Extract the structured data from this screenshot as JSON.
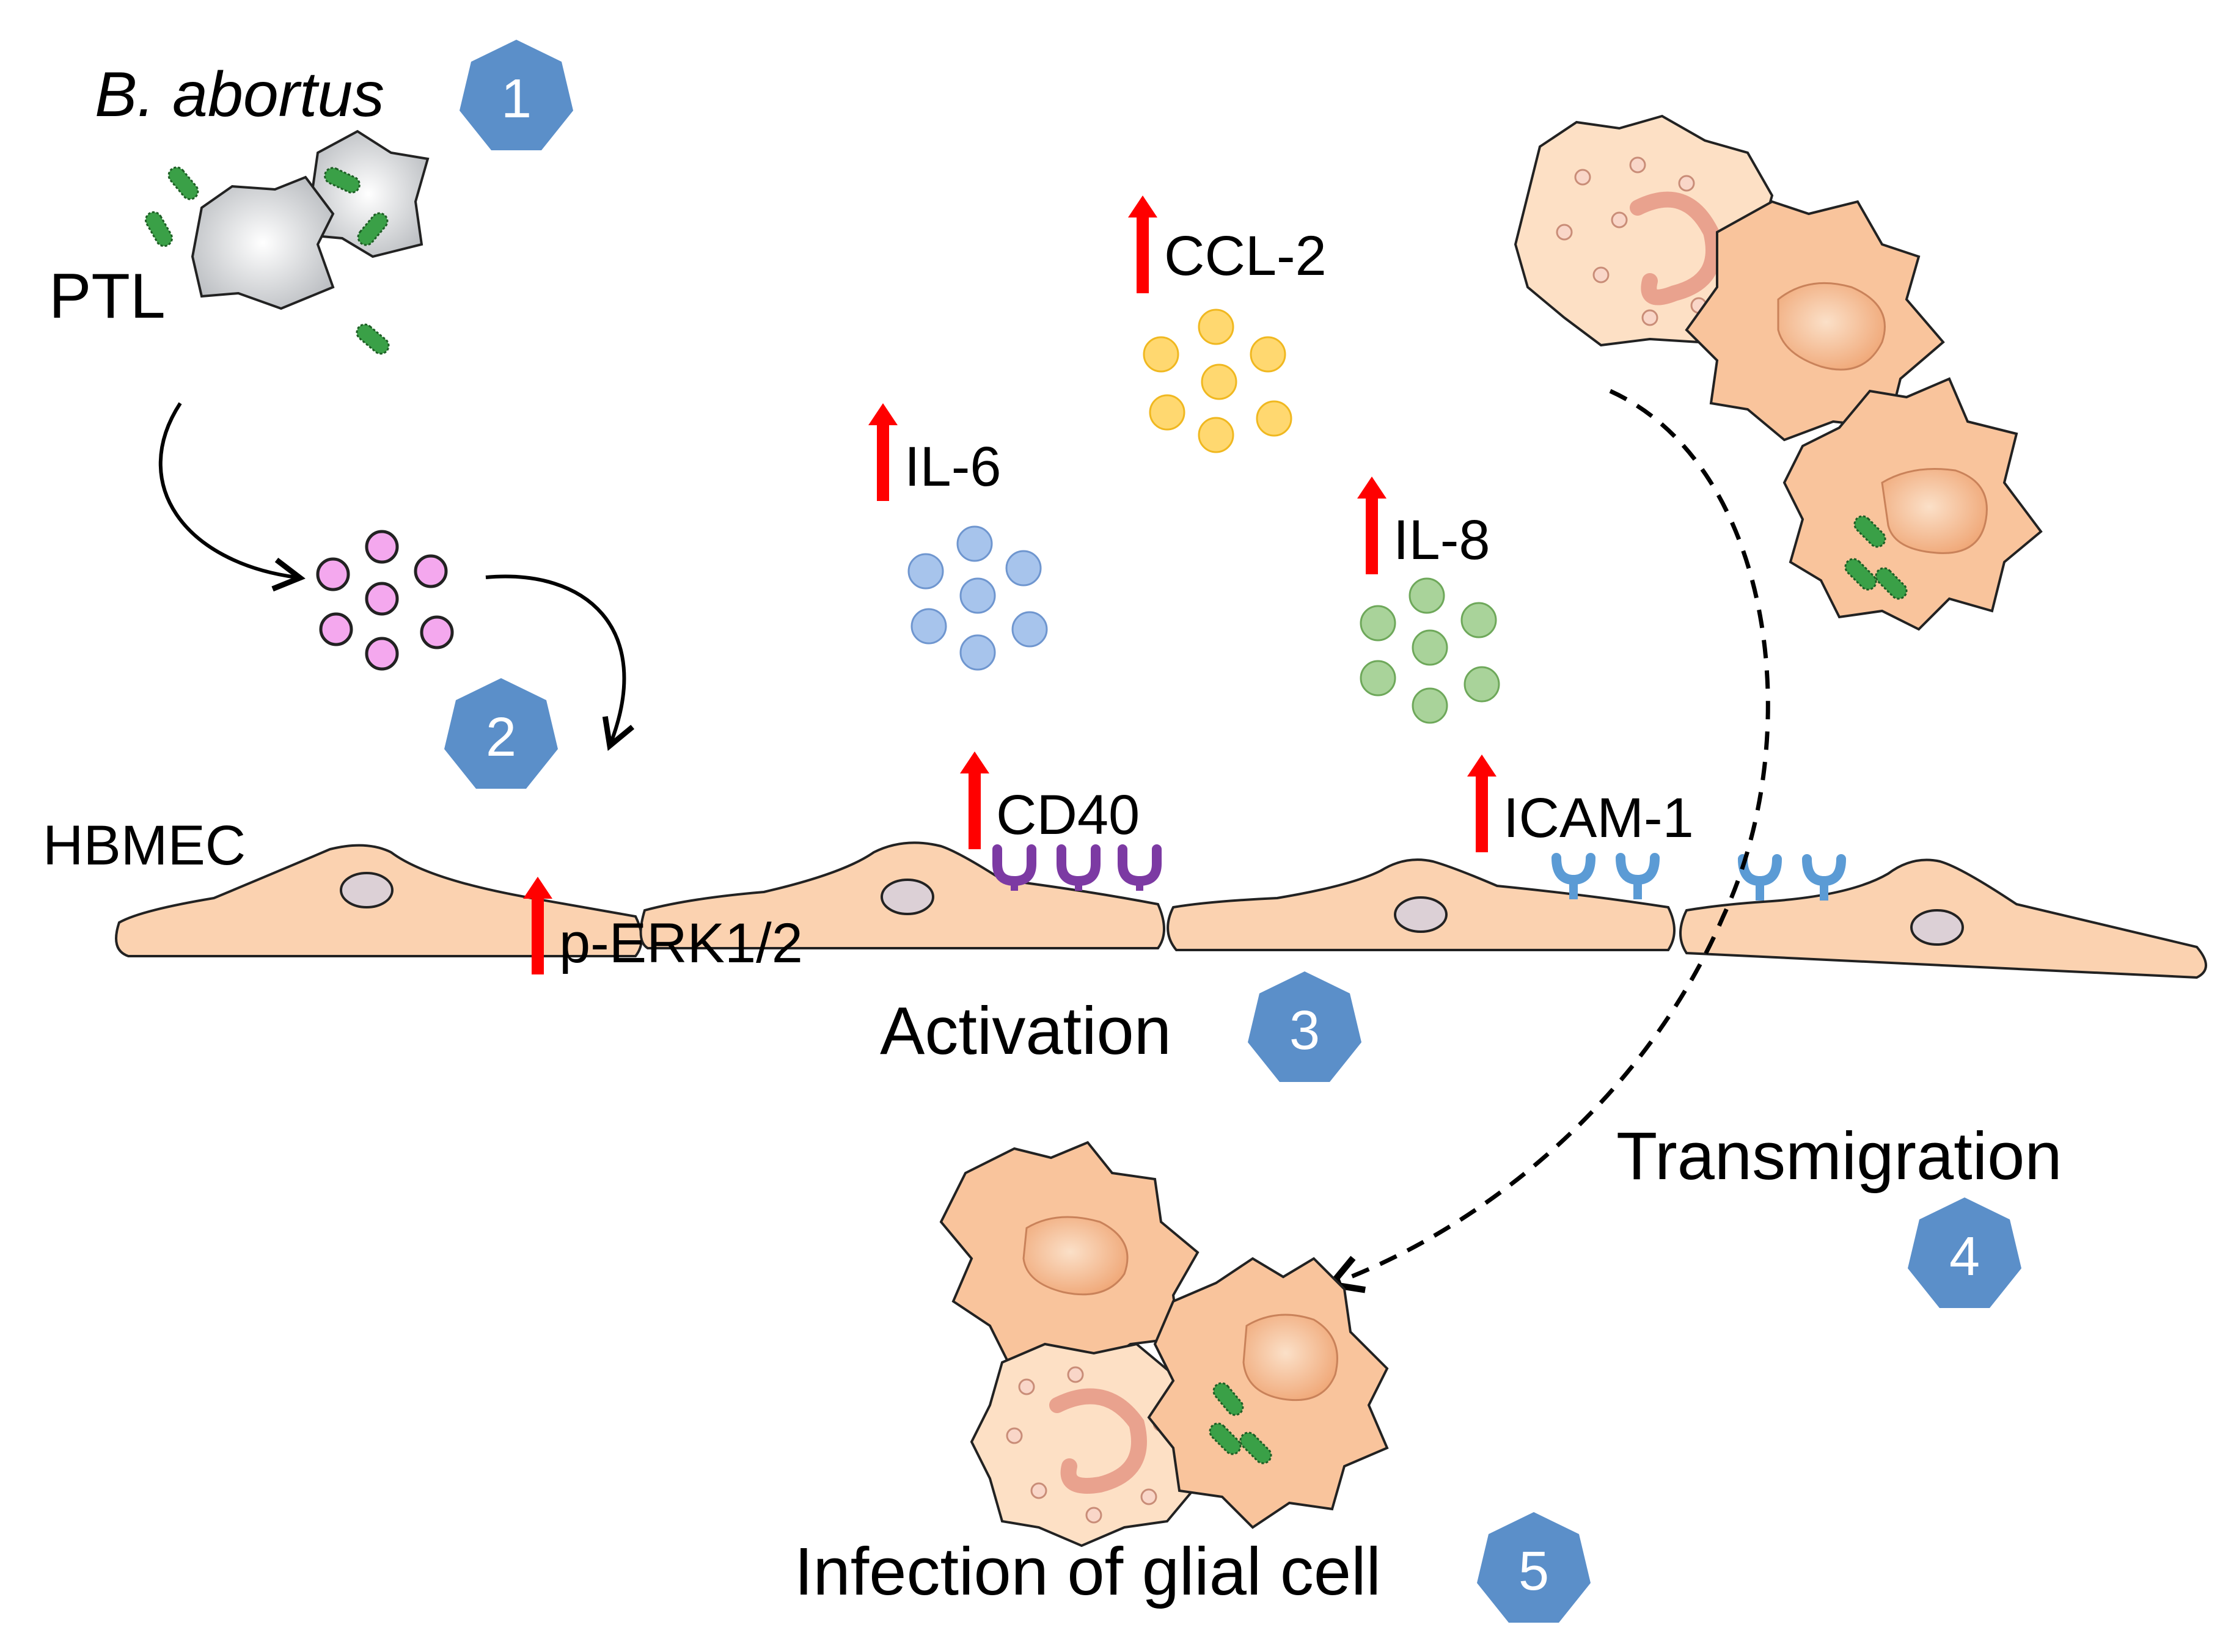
{
  "labels": {
    "bacterium": "B. abortus",
    "ptl": "PTL",
    "hbmec": "HBMEC",
    "ccl2": "CCL-2",
    "il6": "IL-6",
    "il8": "IL-8",
    "cd40": "CD40",
    "icam1": "ICAM-1",
    "perk": "p-ERK1/2",
    "activation": "Activation",
    "transmigration": "Transmigration",
    "infection": "Infection of glial cell"
  },
  "steps": [
    "1",
    "2",
    "3",
    "4",
    "5"
  ],
  "colors": {
    "step_badge": "#5b8fc9",
    "up_arrow": "#ff0000",
    "endothelium": "#fbd2b0",
    "macrophage": "#f9c49c",
    "ptl_cell": "#d9dadc",
    "bacteria": "#3aa047",
    "pink_particles": "#f4a8ee",
    "ccl2_particles": "#ffd870",
    "il6_particles": "#a7c4ec",
    "il8_particles": "#a9d39a",
    "cd40_receptor": "#7c3aa3",
    "icam_receptor": "#5b9bd5"
  }
}
